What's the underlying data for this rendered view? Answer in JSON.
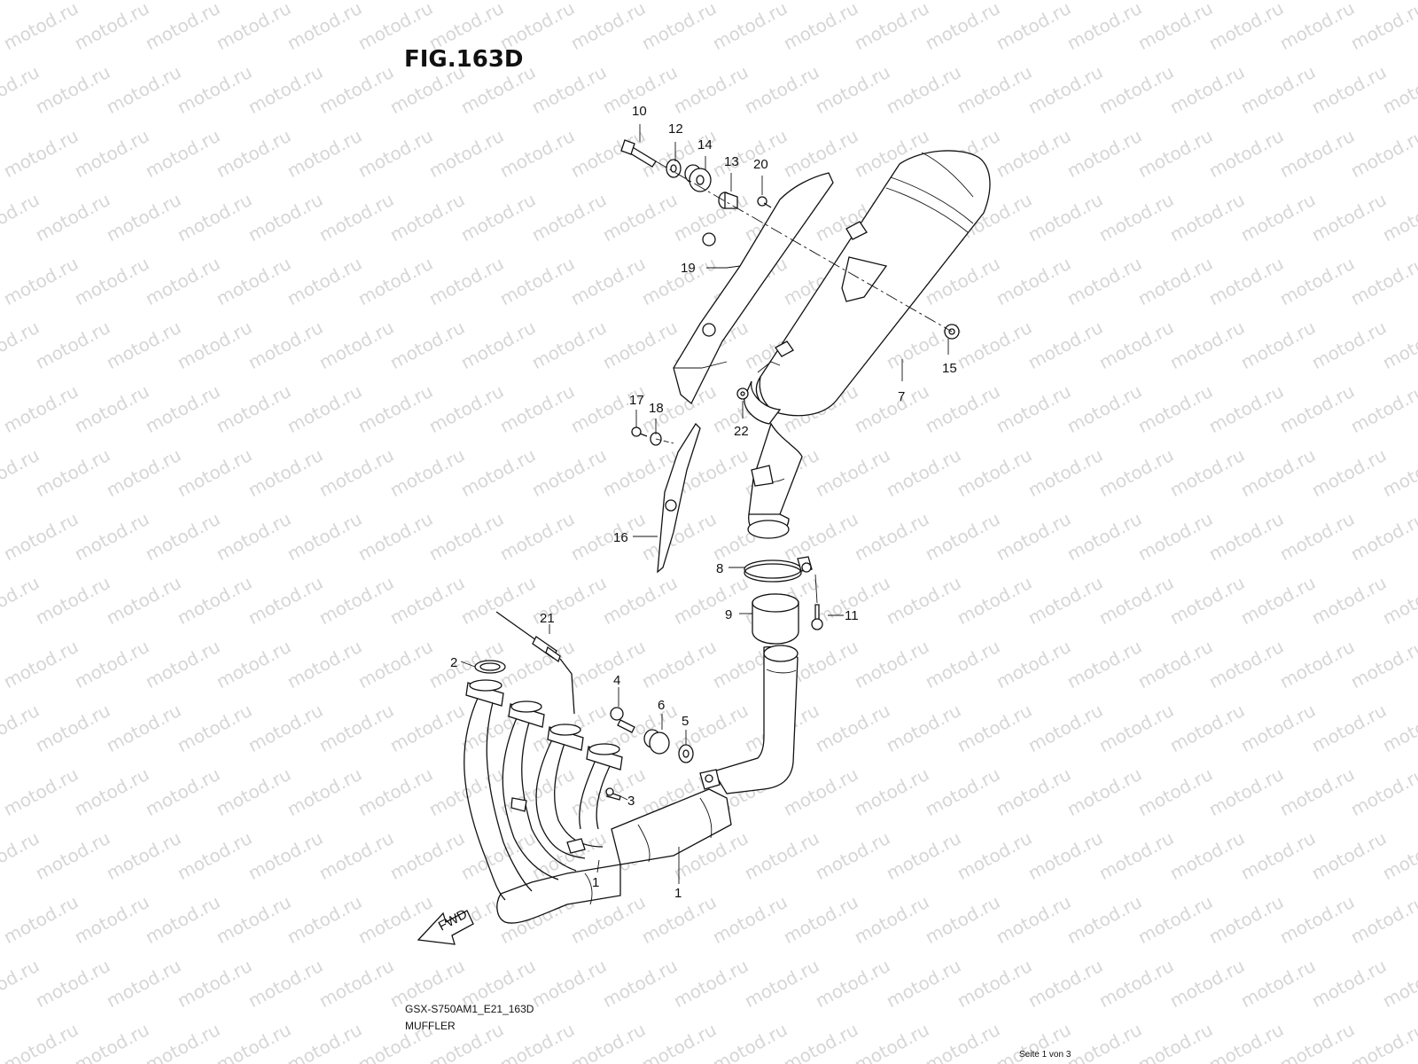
{
  "watermark": "motod.ru",
  "figure_title": "FIG.163D",
  "model_code": "GSX-S750AM1_E21_163D",
  "caption": "MUFFLER",
  "page_indicator": "Seite 1 von 3",
  "fwd_label": "FWD",
  "callouts": [
    "1",
    "1",
    "2",
    "3",
    "4",
    "5",
    "6",
    "7",
    "8",
    "9",
    "10",
    "11",
    "12",
    "13",
    "14",
    "15",
    "16",
    "17",
    "18",
    "19",
    "20",
    "21",
    "22"
  ]
}
